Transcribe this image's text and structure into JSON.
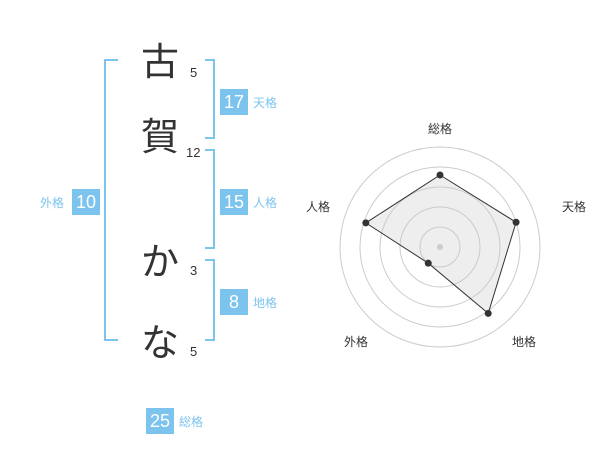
{
  "name": {
    "chars": [
      {
        "char": "古",
        "strokes": "5"
      },
      {
        "char": "賀",
        "strokes": "12"
      },
      {
        "char": "か",
        "strokes": "3"
      },
      {
        "char": "な",
        "strokes": "5"
      }
    ]
  },
  "scores": {
    "tenkaku": {
      "value": "17",
      "label": "天格"
    },
    "jinkaku": {
      "value": "15",
      "label": "人格"
    },
    "chikaku": {
      "value": "8",
      "label": "地格"
    },
    "gaikaku": {
      "value": "10",
      "label": "外格"
    },
    "soukaku": {
      "value": "25",
      "label": "総格"
    }
  },
  "colors": {
    "accent": "#7cc4ee",
    "text": "#333333",
    "grid": "#cccccc",
    "fill": "#eeeeee"
  },
  "chart_data": {
    "type": "radar",
    "categories": [
      "総格",
      "天格",
      "地格",
      "外格",
      "人格"
    ],
    "values": [
      0.72,
      0.8,
      0.82,
      0.2,
      0.78
    ],
    "range": [
      0,
      1
    ],
    "rings": 5
  }
}
